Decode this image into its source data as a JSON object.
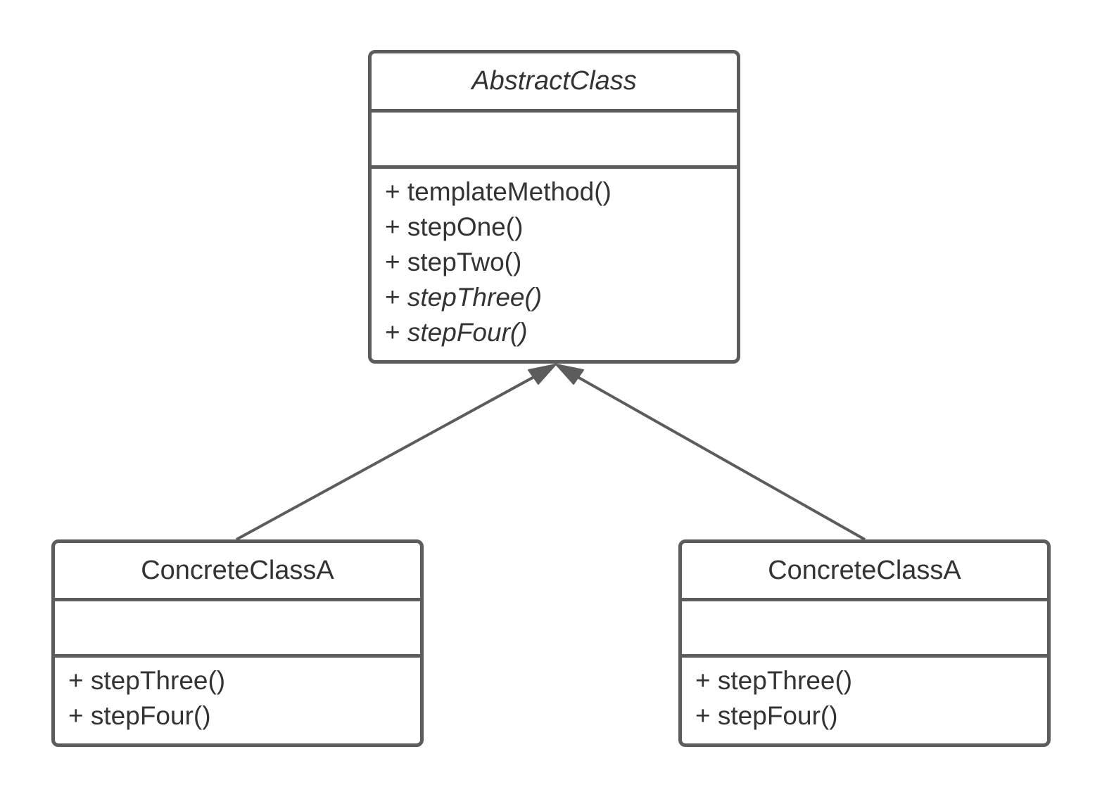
{
  "classes": {
    "abstract": {
      "name": "AbstractClass",
      "methods": [
        {
          "prefix": "+ ",
          "signature": "templateMethod()"
        },
        {
          "prefix": "+ ",
          "signature": "stepOne()"
        },
        {
          "prefix": "+ ",
          "signature": "stepTwo()"
        },
        {
          "prefix": "+ ",
          "signature": "stepThree()"
        },
        {
          "prefix": "+ ",
          "signature": "stepFour()"
        }
      ]
    },
    "concrete_left": {
      "name": "ConcreteClassA",
      "methods": [
        {
          "prefix": "+ ",
          "signature": "stepThree()"
        },
        {
          "prefix": "+ ",
          "signature": "stepFour()"
        }
      ]
    },
    "concrete_right": {
      "name": "ConcreteClassA",
      "methods": [
        {
          "prefix": "+ ",
          "signature": "stepThree()"
        },
        {
          "prefix": "+ ",
          "signature": "stepFour()"
        }
      ]
    }
  },
  "relationships": [
    {
      "type": "generalization",
      "from": "concrete_left",
      "to": "abstract"
    },
    {
      "type": "generalization",
      "from": "concrete_right",
      "to": "abstract"
    }
  ],
  "colors": {
    "stroke": "#5c5c5c",
    "text": "#333333",
    "background": "#ffffff"
  }
}
